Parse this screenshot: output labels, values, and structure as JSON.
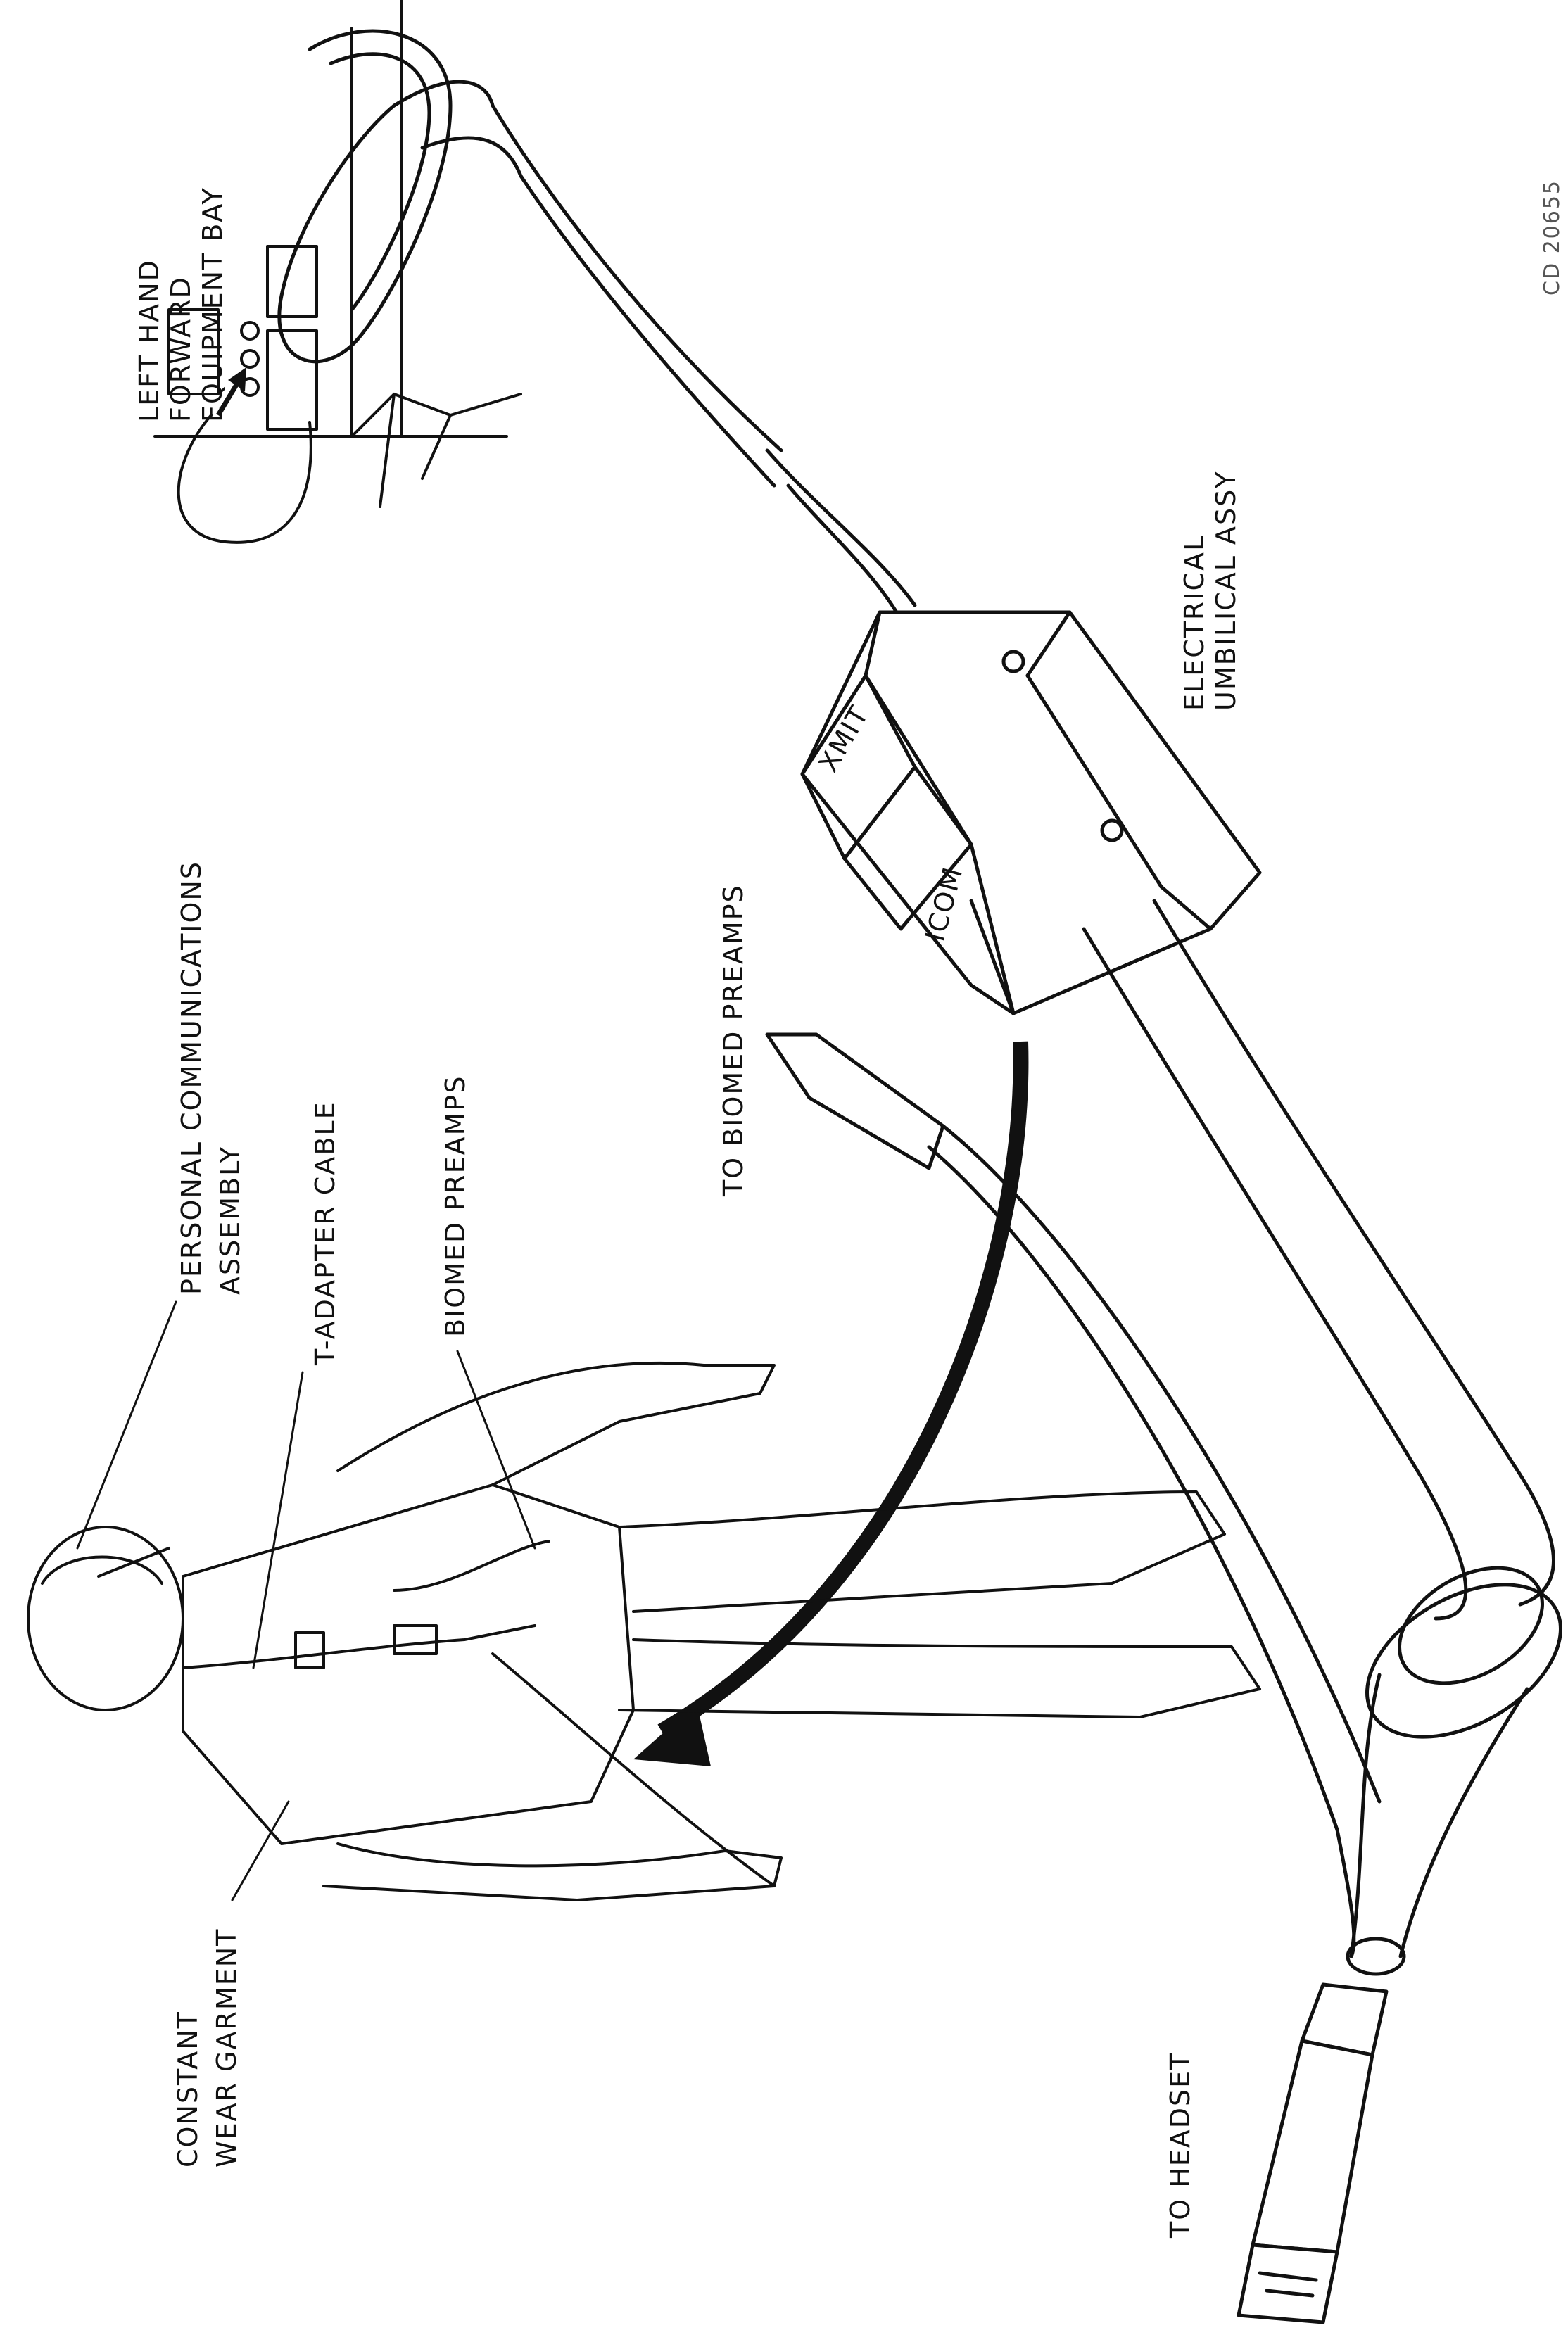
{
  "labels": {
    "bay": [
      "LEFT HAND",
      "FORWARD",
      "EQUIPMENT BAY"
    ],
    "umbilical": [
      "ELECTRICAL",
      "UMBILICAL ASSY"
    ],
    "connector_xmit": "XMIT",
    "connector_icom": "ICOM",
    "biomed_top": "TO BIOMED PREAMPS",
    "pca": [
      "PERSONAL COMMUNICATIONS",
      "ASSEMBLY"
    ],
    "tadapter": "T-ADAPTER CABLE",
    "preamps": "BIOMED PREAMPS",
    "garment": [
      "CONSTANT",
      "WEAR GARMENT"
    ],
    "headset": "TO HEADSET"
  },
  "figure_id": "CD 20655"
}
